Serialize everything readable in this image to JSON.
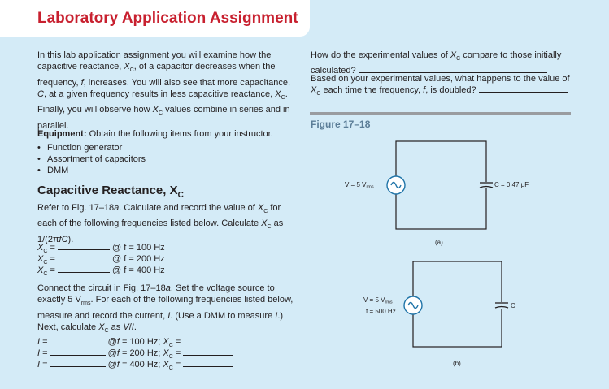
{
  "header": {
    "title": "Laboratory Application Assignment"
  },
  "intro": "In this lab application assignment you will examine how the capacitive reactance, XC, of a capacitor decreases when the frequency, f, increases. You will also see that more capacitance, C, at a given frequency results in less capacitive reactance, XC. Finally, you will observe how XC values combine in series and in parallel.",
  "equipment": {
    "label": "Equipment:",
    "text": "Obtain the following items from your instructor.",
    "items": [
      "Function generator",
      "Assortment of capacitors",
      "DMM"
    ]
  },
  "section": {
    "heading": "Capacitive Reactance, X",
    "heading_sub": "C"
  },
  "refer_text": "Refer to Fig. 17–18a. Calculate and record the value of XC for each of the following frequencies listed below. Calculate XC as 1/(2πfC).",
  "xc_rows": [
    {
      "label": "XC =",
      "freq": "@ f = 100 Hz"
    },
    {
      "label": "XC =",
      "freq": "@ f = 200 Hz"
    },
    {
      "label": "XC =",
      "freq": "@ f = 400 Hz"
    }
  ],
  "connect_text": "Connect the circuit in Fig. 17–18a. Set the voltage source to exactly 5 Vrms. For each of the following frequencies listed below, measure and record the current, I. (Use a DMM to measure I.) Next, calculate XC as V/I.",
  "i_rows": [
    {
      "label": "I =",
      "freq": "@f = 100 Hz; XC ="
    },
    {
      "label": "I =",
      "freq": "@f = 200 Hz; XC ="
    },
    {
      "label": "I =",
      "freq": "@f = 400 Hz; XC ="
    }
  ],
  "questions": [
    "How do the experimental values of XC compare to those initially calculated?",
    "Based on your experimental values, what happens to the value of XC each time the frequency, f, is doubled?"
  ],
  "figure": {
    "label": "Figure 17–18",
    "a": {
      "source": "V = 5 Vrms",
      "cap": "C = 0.47 μF",
      "caption": "(a)"
    },
    "b": {
      "source": "V = 5 Vrms",
      "freq": "f = 500 Hz",
      "cap": "C",
      "caption": "(b)"
    }
  },
  "colors": {
    "title": "#c8202f",
    "background": "#d4ebf7",
    "figure_label": "#5b7d97",
    "divider": "#9a9ca0",
    "source_symbol": "#1f74a8"
  }
}
